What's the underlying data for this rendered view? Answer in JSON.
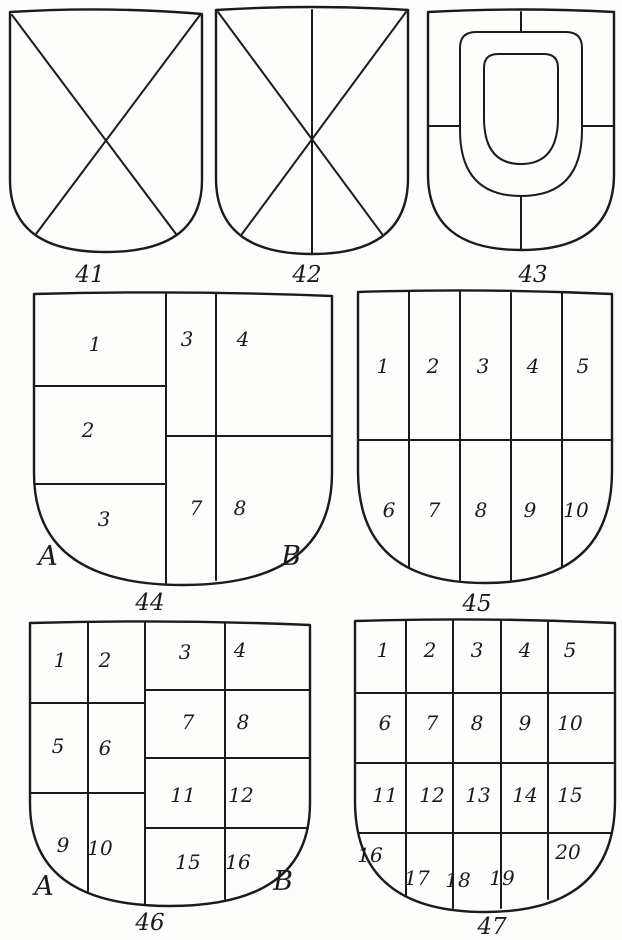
{
  "colors": {
    "ink": "#1b1b1b",
    "paper": "#fdfdfc"
  },
  "figures": {
    "fig41": {
      "caption": "41"
    },
    "fig42": {
      "caption": "42"
    },
    "fig43": {
      "caption": "43"
    },
    "fig44": {
      "caption": "44",
      "label_a": "A",
      "label_b": "B",
      "left_cells": [
        "1",
        "2",
        "3"
      ],
      "right_cells": [
        "3",
        "4",
        "7",
        "8"
      ]
    },
    "fig45": {
      "caption": "45",
      "cells": [
        "1",
        "2",
        "3",
        "4",
        "5",
        "6",
        "7",
        "8",
        "9",
        "10"
      ]
    },
    "fig46": {
      "caption": "46",
      "label_a": "A",
      "label_b": "B",
      "left_cells": [
        "1",
        "2",
        "5",
        "6",
        "9",
        "10"
      ],
      "right_cells": [
        "3",
        "4",
        "7",
        "8",
        "11",
        "12",
        "15",
        "16"
      ]
    },
    "fig47": {
      "caption": "47",
      "cells": [
        "1",
        "2",
        "3",
        "4",
        "5",
        "6",
        "7",
        "8",
        "9",
        "10",
        "11",
        "12",
        "13",
        "14",
        "15",
        "16",
        "17",
        "18",
        "19",
        "20"
      ]
    }
  }
}
